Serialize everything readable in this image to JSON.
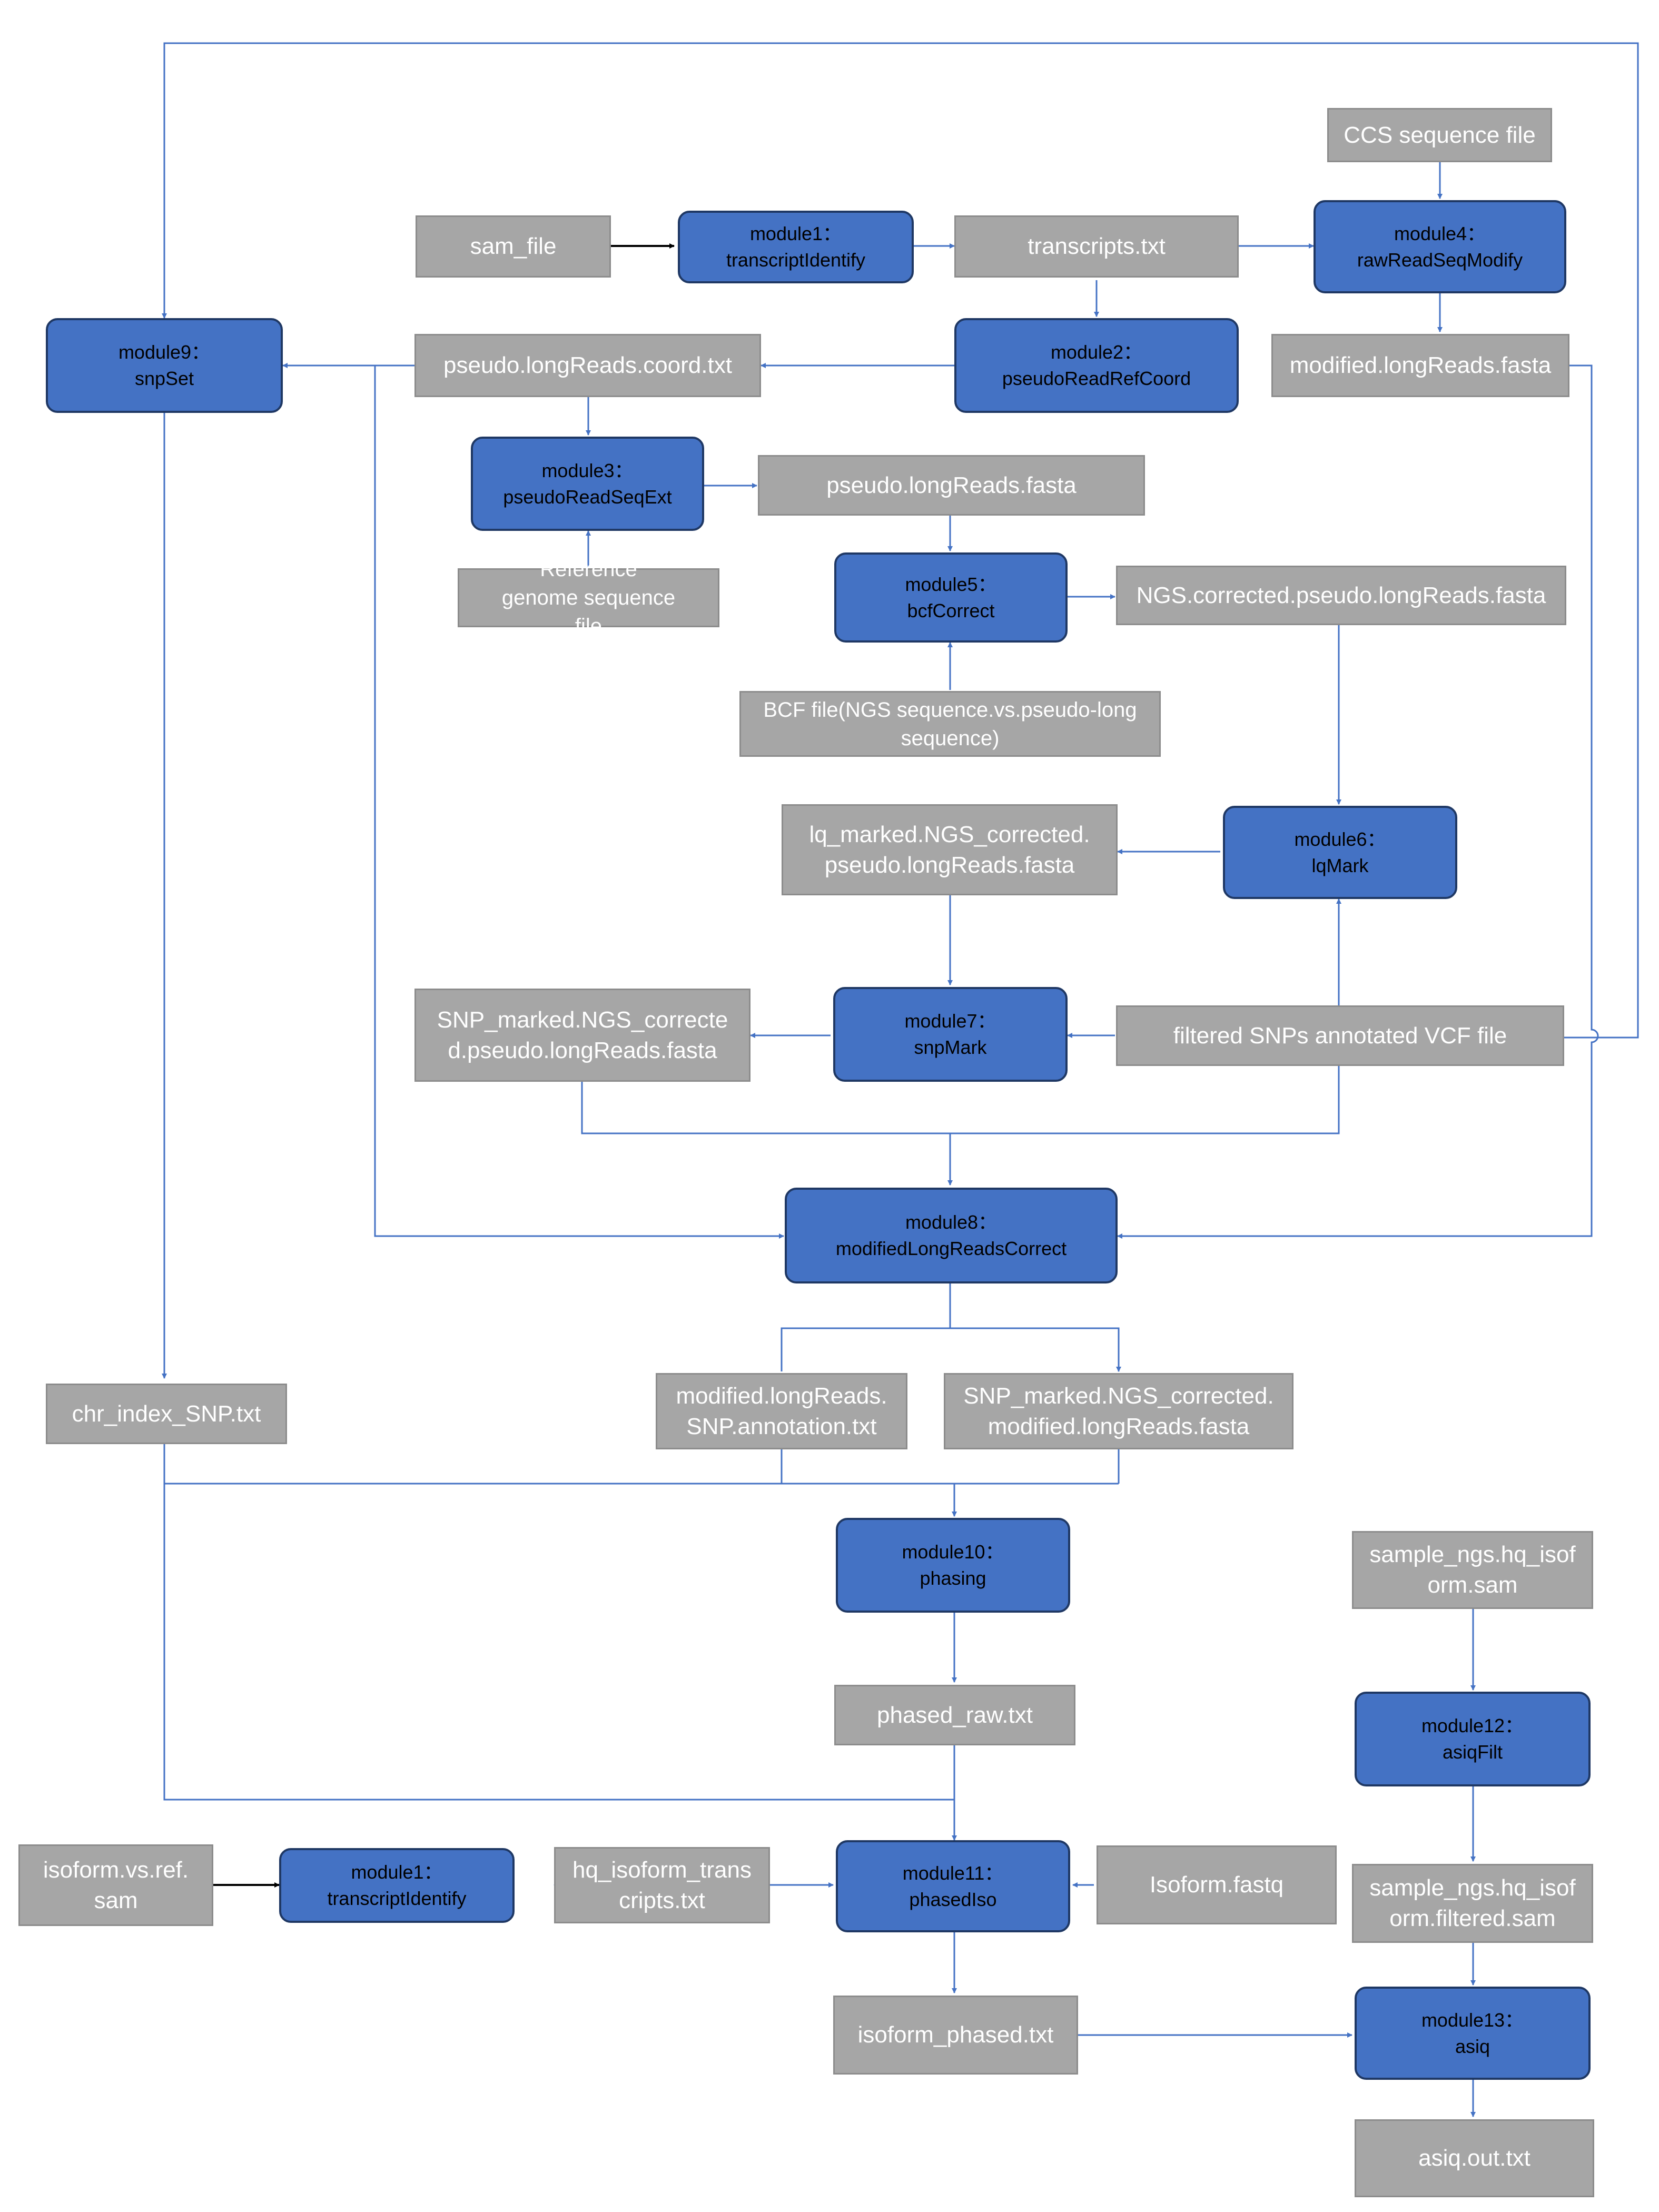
{
  "colors": {
    "module_fill": "#4472c4",
    "module_border": "#1f3864",
    "file_fill": "#a6a6a6",
    "file_border": "#8c8c8c",
    "connector": "#4472c4",
    "connector_dark": "#000000"
  },
  "modules": {
    "m1": {
      "name": "module1：",
      "func": "transcriptIdentify"
    },
    "m2": {
      "name": "module2：",
      "func": "pseudoReadRefCoord"
    },
    "m3": {
      "name": "module3：",
      "func": "pseudoReadSeqExt"
    },
    "m4": {
      "name": "module4：",
      "func": "rawReadSeqModify"
    },
    "m5": {
      "name": "module5：",
      "func": "bcfCorrect"
    },
    "m6": {
      "name": "module6：",
      "func": "lqMark"
    },
    "m7": {
      "name": "module7：",
      "func": "snpMark"
    },
    "m8": {
      "name": "module8：",
      "func": "modifiedLongReadsCorrect"
    },
    "m9": {
      "name": "module9：",
      "func": "snpSet"
    },
    "m10": {
      "name": "module10：",
      "func": "phasing"
    },
    "m1b": {
      "name": "module1：",
      "func": "transcriptIdentify"
    },
    "m11": {
      "name": "module11：",
      "func": "phasedIso"
    },
    "m12": {
      "name": "module12：",
      "func": "asiqFilt"
    },
    "m13": {
      "name": "module13：",
      "func": "asiq"
    }
  },
  "files": {
    "ccs": "CCS sequence file",
    "sam_file": "sam_file",
    "transcripts": "transcripts.txt",
    "pseudo_coord": "pseudo.longReads.coord.txt",
    "modified_fasta": "modified.longReads.fasta",
    "pseudo_fasta": "pseudo.longReads.fasta",
    "ref_genome": "Reference genome sequence file",
    "ngs_corrected": "NGS.corrected.pseudo.longReads.fasta",
    "bcf": "BCF file(NGS sequence.vs.pseudo-long sequence)",
    "lq_marked": "lq_marked.NGS_corrected. pseudo.longReads.fasta",
    "snp_marked_pseudo": "SNP_marked.NGS_corrected.pseudo.longReads.fasta",
    "filtered_vcf": "filtered SNPs annotated VCF file",
    "chr_index": "chr_index_SNP.txt",
    "snp_annotation": "modified.longReads. SNP.annotation.txt",
    "snp_marked_modified": "SNP_marked.NGS_corrected. modified.longReads.fasta",
    "phased_raw": "phased_raw.txt",
    "isoform_vs_ref": "isoform.vs.ref. sam",
    "hq_isoform_tx": "hq_isoform_transcripts.txt",
    "isoform_fastq": "Isoform.fastq",
    "isoform_phased": "isoform_phased.txt",
    "hq_iso_sam": "sample_ngs.hq_isoform.sam",
    "hq_iso_filtered": "sample_ngs.hq_isoform.filtered.sam",
    "asiq_out": "asiq.out.txt"
  }
}
